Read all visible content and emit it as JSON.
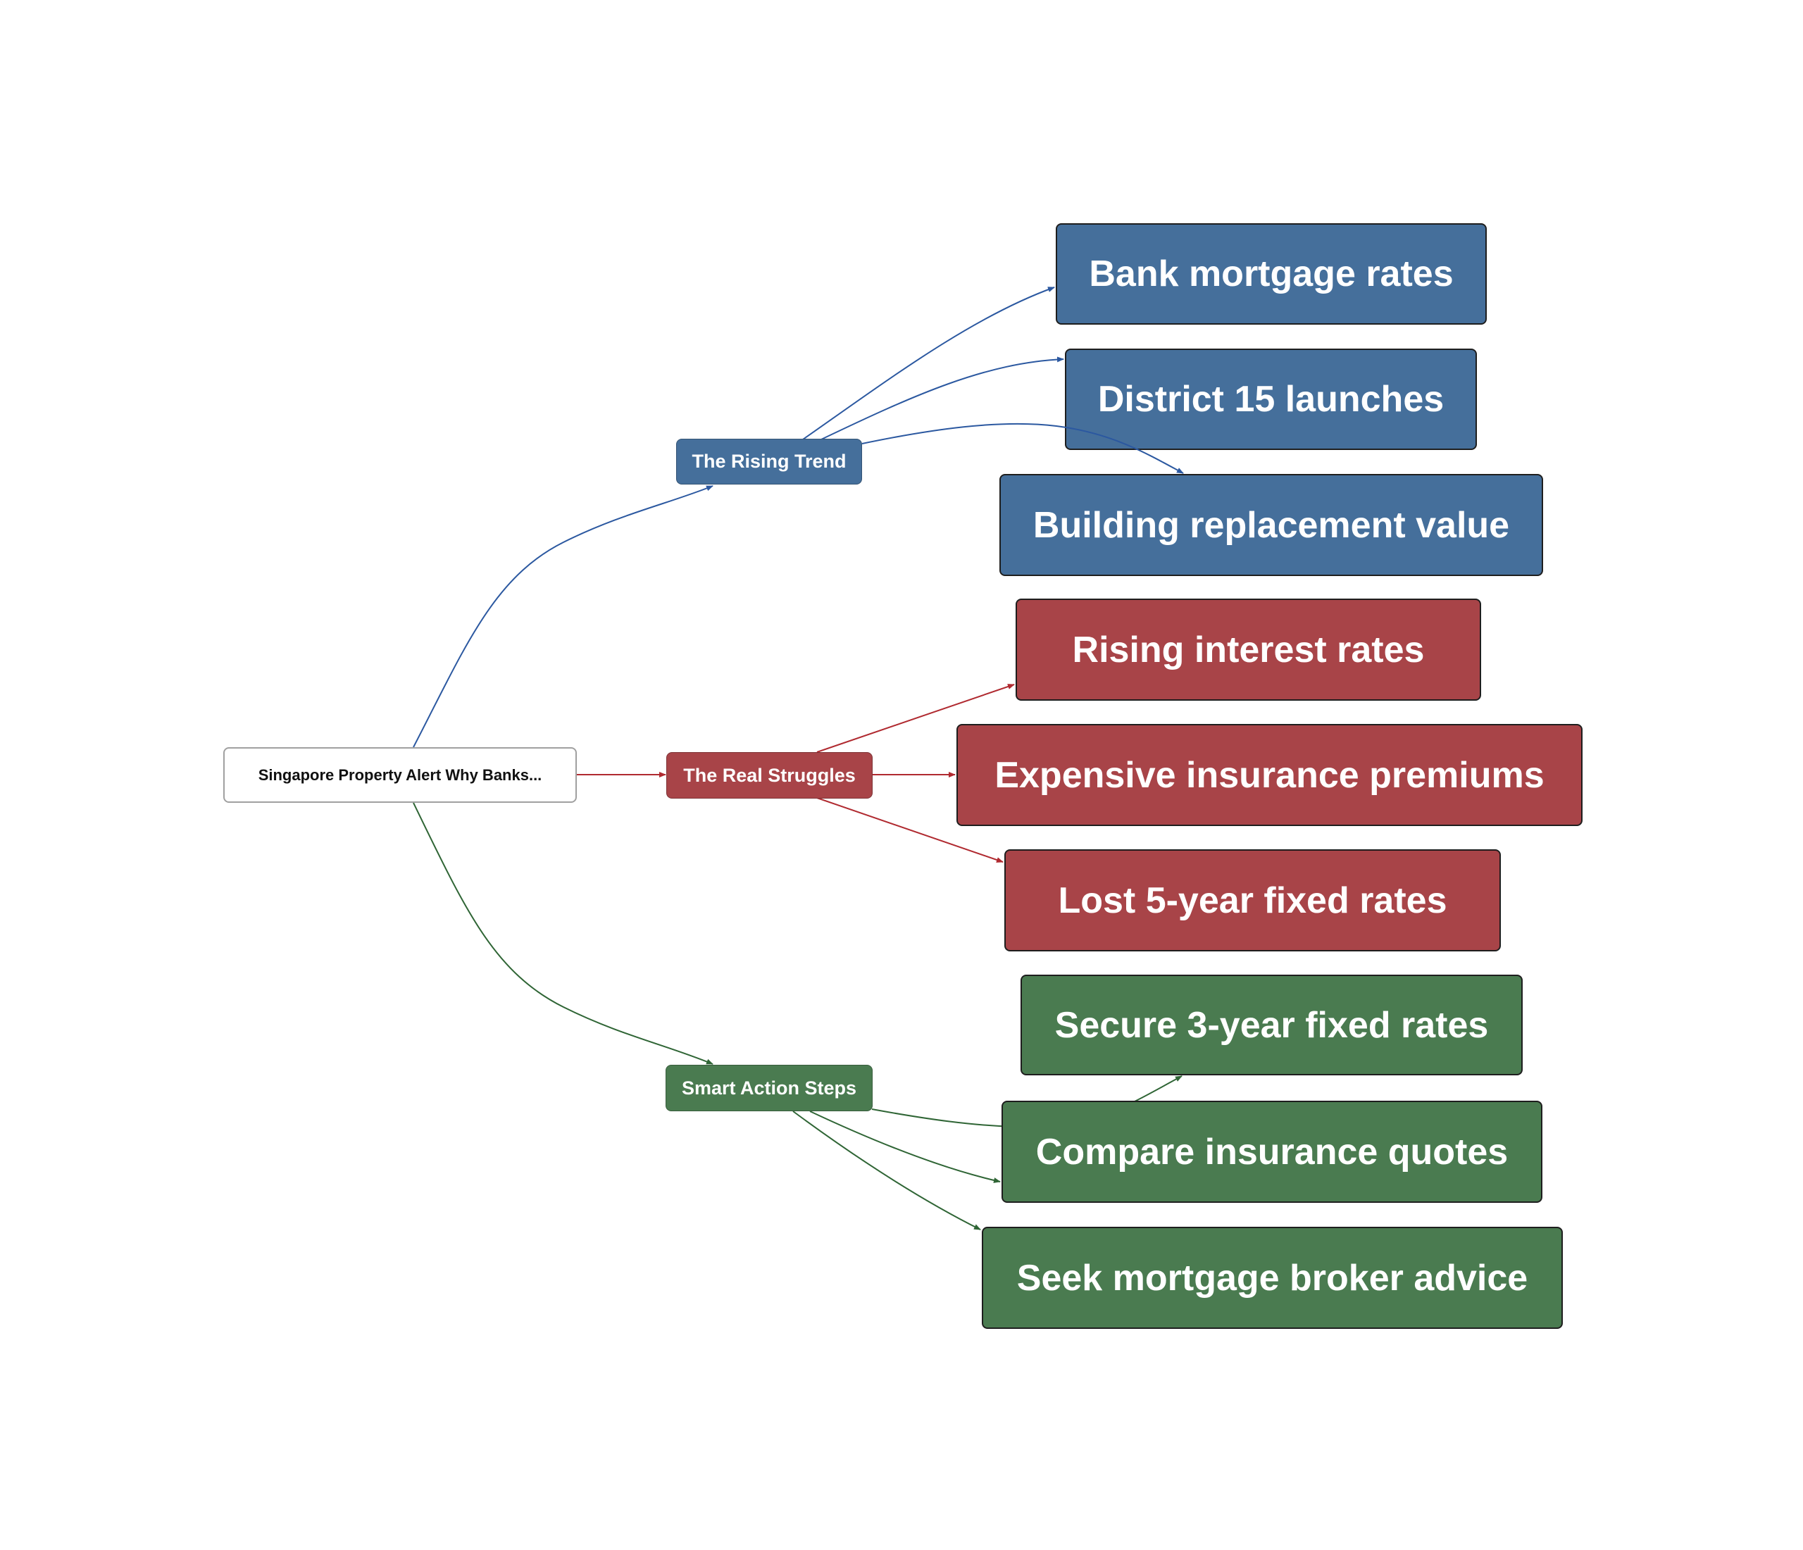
{
  "diagram": {
    "type": "mind-map",
    "root": {
      "label": "Singapore Property Alert Why Banks..."
    },
    "branches": [
      {
        "id": "rising",
        "label": "The Rising Trend",
        "color": "#456f9b",
        "edge_color": "#2b58a0",
        "children": [
          {
            "label": "Bank mortgage rates"
          },
          {
            "label": "District 15 launches"
          },
          {
            "label": "Building replacement value"
          }
        ]
      },
      {
        "id": "struggles",
        "label": "The Real Struggles",
        "color": "#a84448",
        "edge_color": "#b02a30",
        "children": [
          {
            "label": "Rising interest rates"
          },
          {
            "label": "Expensive insurance premiums"
          },
          {
            "label": "Lost 5-year fixed rates"
          }
        ]
      },
      {
        "id": "actions",
        "label": "Smart Action Steps",
        "color": "#4a7b50",
        "edge_color": "#2f6535",
        "children": [
          {
            "label": "Secure 3-year fixed rates"
          },
          {
            "label": "Compare insurance quotes"
          },
          {
            "label": "Seek mortgage broker advice"
          }
        ]
      }
    ]
  }
}
